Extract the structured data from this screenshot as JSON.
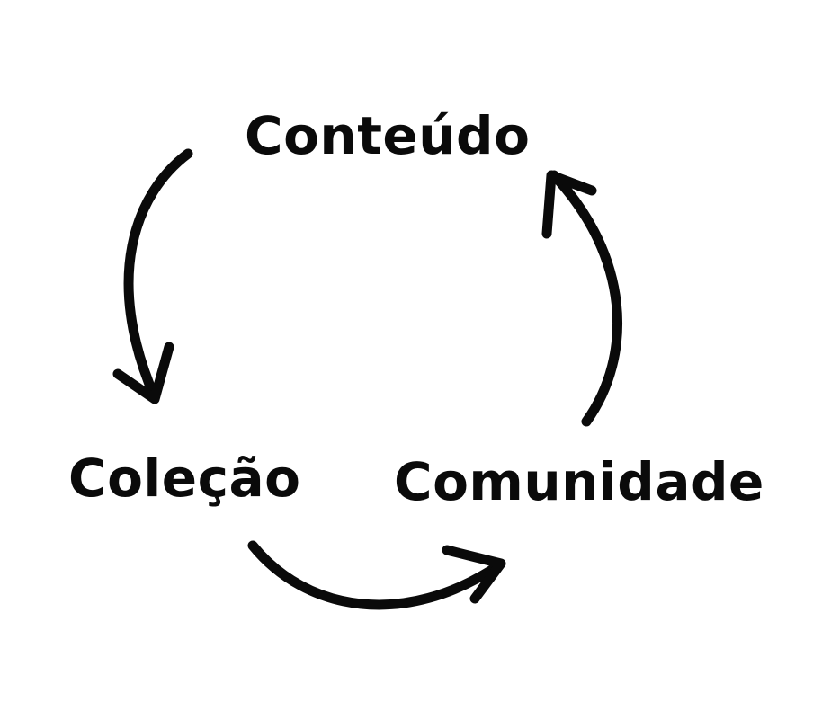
{
  "diagram": {
    "nodes": [
      {
        "id": "top",
        "label": "Conteúdo"
      },
      {
        "id": "left",
        "label": "Coleção"
      },
      {
        "id": "right",
        "label": "Comunidade"
      }
    ],
    "edges": [
      {
        "from": "top",
        "to": "left"
      },
      {
        "from": "left",
        "to": "right"
      },
      {
        "from": "right",
        "to": "top"
      }
    ],
    "colors": {
      "text": "#0a0a0a",
      "arrow": "#0a0a0a",
      "background": "#ffffff"
    }
  }
}
